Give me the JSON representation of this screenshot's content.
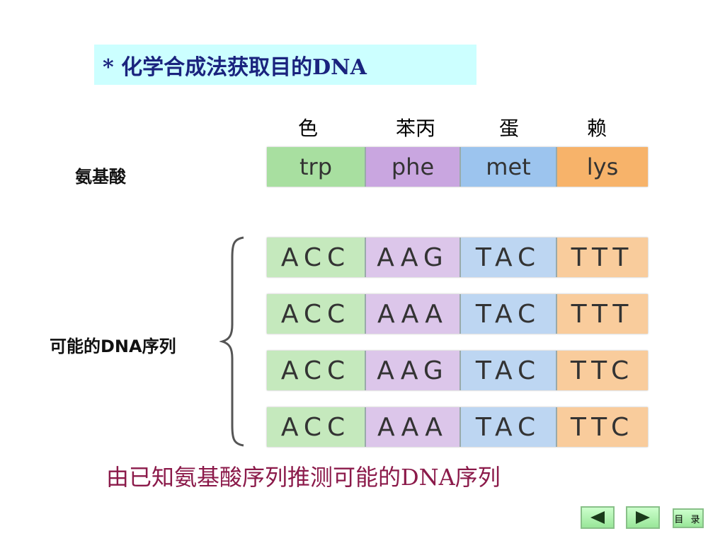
{
  "title": "* 化学合成法获取目的DNA",
  "amino_names_cn": [
    "色",
    "苯丙",
    "蛋",
    "赖"
  ],
  "amino_label": "氨基酸",
  "amino_acids": [
    "trp",
    "phe",
    "met",
    "lys"
  ],
  "dna_label": "可能的DNA序列",
  "dna_sequences": [
    [
      "ACC",
      "AAG",
      "TAC",
      "TTT"
    ],
    [
      "ACC",
      "AAA",
      "TAC",
      "TTT"
    ],
    [
      "ACC",
      "AAG",
      "TAC",
      "TTC"
    ],
    [
      "ACC",
      "AAA",
      "TAC",
      "TTC"
    ]
  ],
  "caption": "由已知氨基酸序列推测可能的DNA序列",
  "nav": {
    "toc_label": "目 录"
  },
  "colors": {
    "trp": "#a8dfa0",
    "phe": "#c9a6e0",
    "met": "#9cc4ee",
    "lys": "#f7b36a",
    "trp_light": "#c5e9bd",
    "phe_light": "#dcc6ea",
    "met_light": "#bdd6f2",
    "lys_light": "#f9cc9c"
  }
}
